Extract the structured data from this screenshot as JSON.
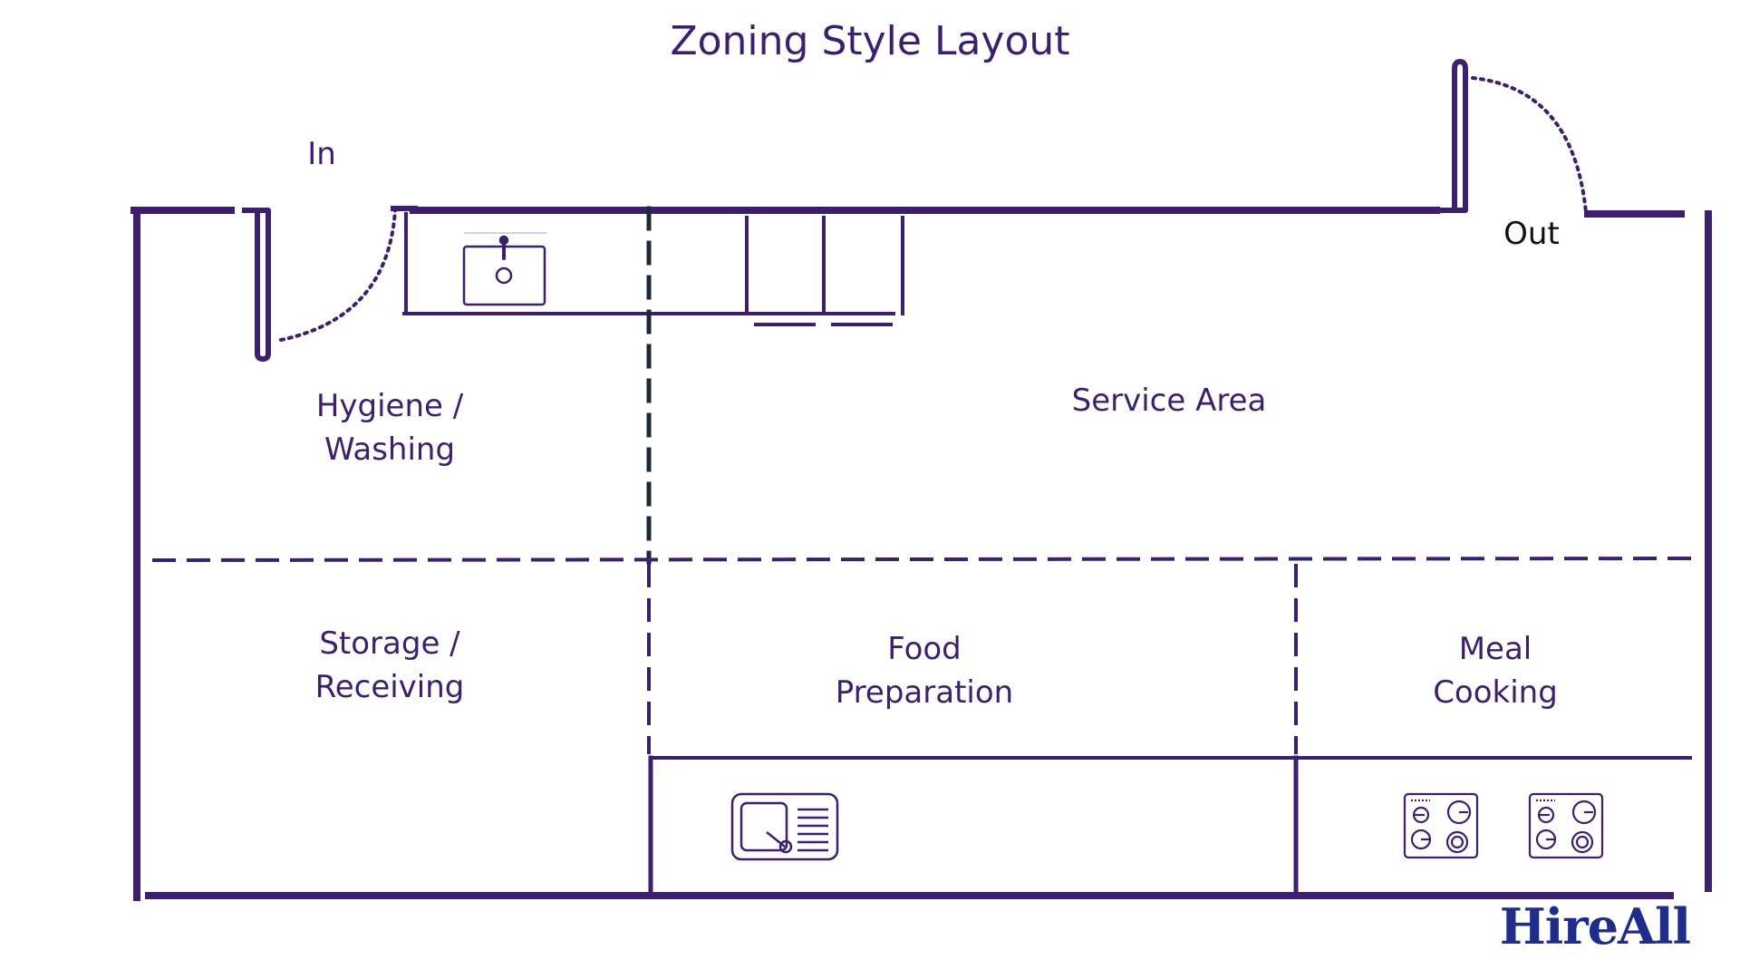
{
  "title": "Zoning Style Layout",
  "doors": {
    "in": "In",
    "out": "Out"
  },
  "zones": {
    "hygiene": [
      "Hygiene /",
      "Washing"
    ],
    "service": "Service Area",
    "storage": [
      "Storage /",
      "Receiving"
    ],
    "food": [
      "Food",
      "Preparation"
    ],
    "meal": [
      "Meal",
      "Cooking"
    ]
  },
  "icons": {
    "sink": "sink-icon",
    "chopping_board": "chopping-board-icon",
    "stove": "stove-icon"
  },
  "brand": "HireAll",
  "colors": {
    "walls": "#3d1f6e",
    "dashed_divider": "#3d1f6e",
    "vertical_divider": "#1a2a3a",
    "brand": "#1f2d8a"
  }
}
